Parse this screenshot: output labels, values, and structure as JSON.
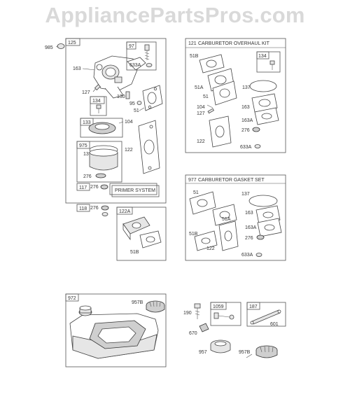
{
  "watermark": "AppliancePartsPros.com",
  "labels": {
    "p985": "985",
    "p125": "125",
    "p163": "163",
    "p97": "97",
    "p633A": "633A",
    "p127": "127",
    "p130": "130",
    "p134": "134",
    "p95": "95",
    "p51": "51",
    "p133": "133",
    "p104": "104",
    "p975": "975",
    "p137": "137",
    "p122": "122",
    "p276": "276",
    "p117": "117",
    "p276b": "276",
    "primer": "PRIMER SYSTEM",
    "p118": "118",
    "p276c": "276",
    "p122A": "122A",
    "p51B": "51B",
    "p972": "972",
    "p957B": "957B",
    "p190": "190",
    "p1059": "1059",
    "p187": "187",
    "p670": "670",
    "p601": "601",
    "p957": "957",
    "p957Bb": "957B"
  },
  "overhaul_kit": {
    "title": "CARBURETOR OVERHAUL KIT",
    "num": "121",
    "l51B": "51B",
    "l134": "134",
    "l51A": "51A",
    "l137": "137",
    "l51": "51",
    "l104": "104",
    "l127": "127",
    "l163": "163",
    "l163A": "163A",
    "l276": "276",
    "l122": "122",
    "l633A": "633A"
  },
  "gasket_set": {
    "title": "CARBURETOR GASKET SET",
    "num": "977",
    "l51": "51",
    "l137": "137",
    "l163": "163",
    "l51A": "51A",
    "l51B": "51B",
    "l163A": "163A",
    "l122": "122",
    "l276": "276",
    "l633A": "633A"
  }
}
